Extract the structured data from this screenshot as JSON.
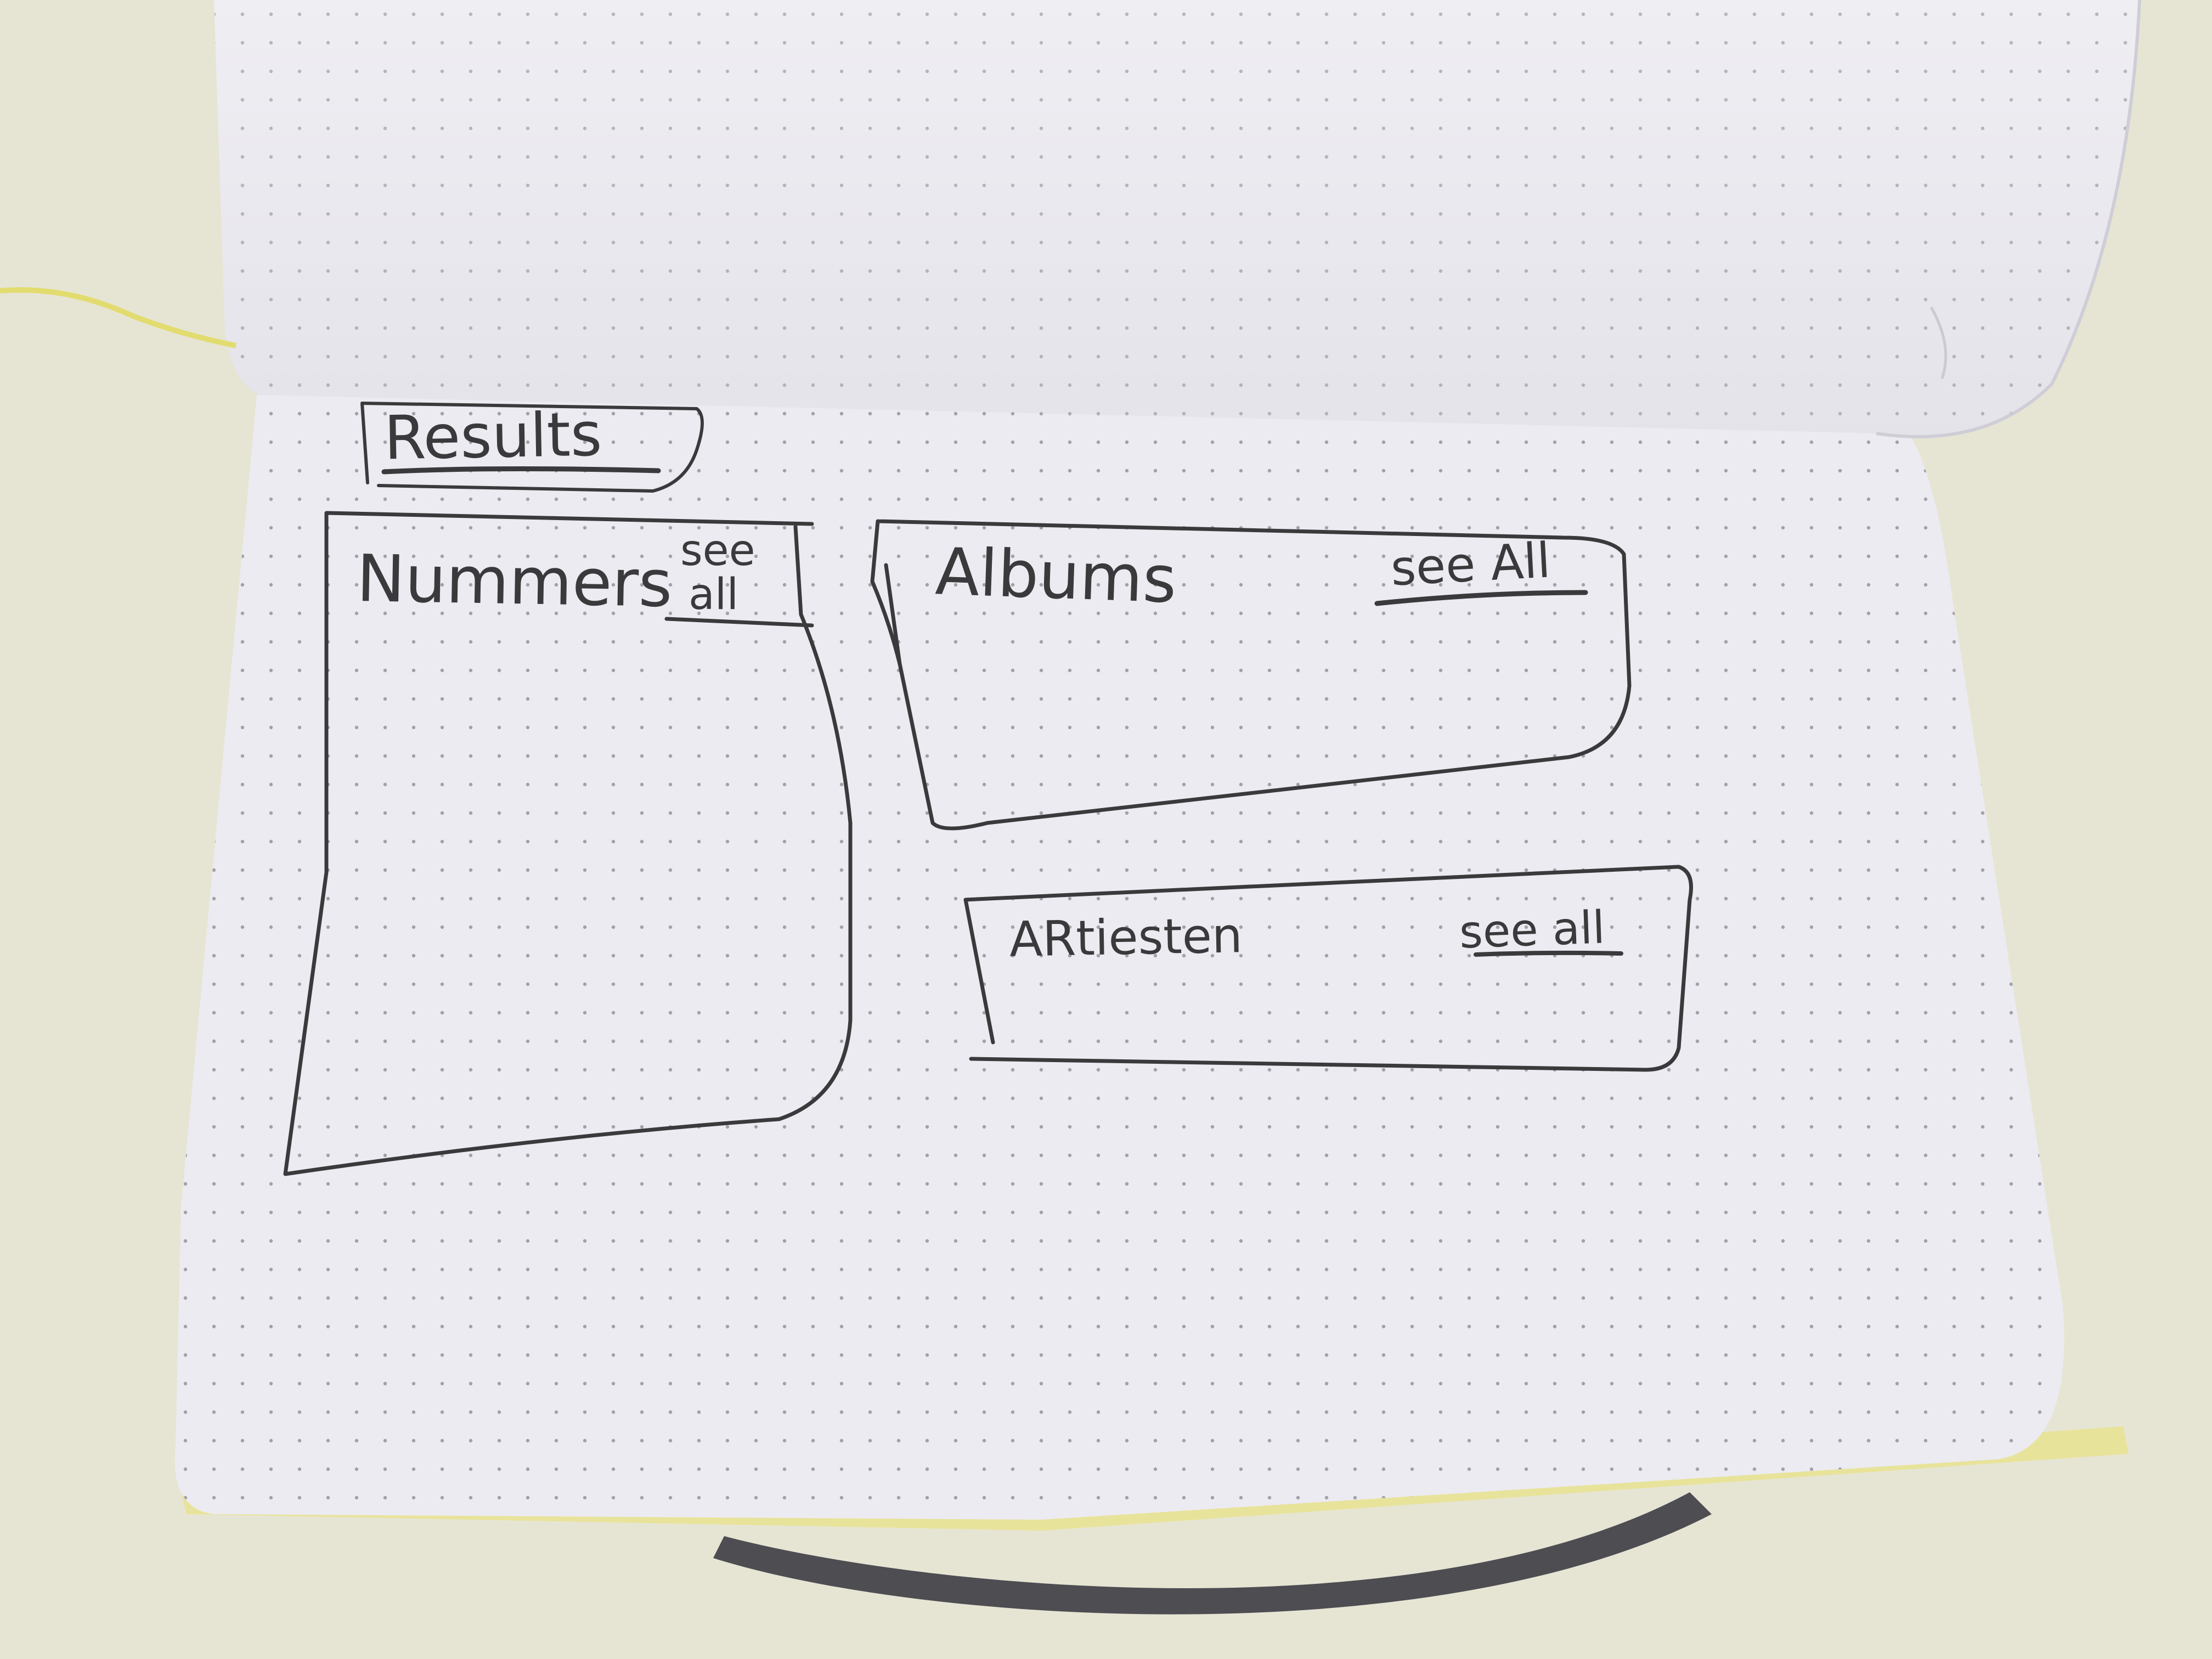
{
  "sketch": {
    "heading": "Results",
    "panels": [
      {
        "title": "Nummers",
        "link_line1": "see",
        "link_line2": "all"
      },
      {
        "title": "Albums",
        "link": "see All"
      },
      {
        "title": "ARtiesten",
        "link": "see all"
      }
    ]
  },
  "colors": {
    "table": "#e6e5d4",
    "paper": "#ecebf1",
    "pencil": "#3a3a3c",
    "dot": "#8a8890",
    "bookmark": "#e2dc70",
    "strap": "#4e4d52"
  }
}
